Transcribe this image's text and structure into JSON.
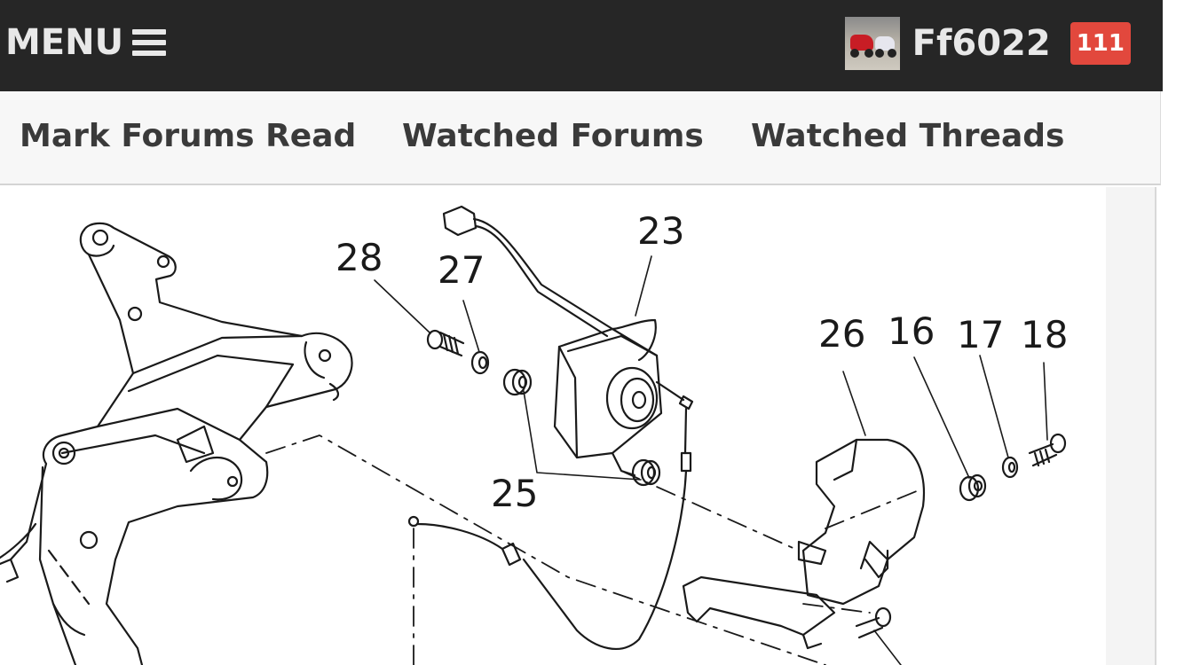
{
  "header": {
    "menu_label": "MENU",
    "username": "Ff6022",
    "notification_count": "111",
    "badge_color": "#e2483d",
    "bar_color": "#262626"
  },
  "nav_links": {
    "mark_forums_read": "Mark Forums Read",
    "watched_forums": "Watched Forums",
    "watched_threads": "Watched Threads"
  },
  "diagram": {
    "part_numbers": [
      "28",
      "27",
      "23",
      "26",
      "16",
      "17",
      "18",
      "25"
    ]
  },
  "icons": {
    "menu": "hamburger-icon",
    "avatar": "user-avatar"
  }
}
